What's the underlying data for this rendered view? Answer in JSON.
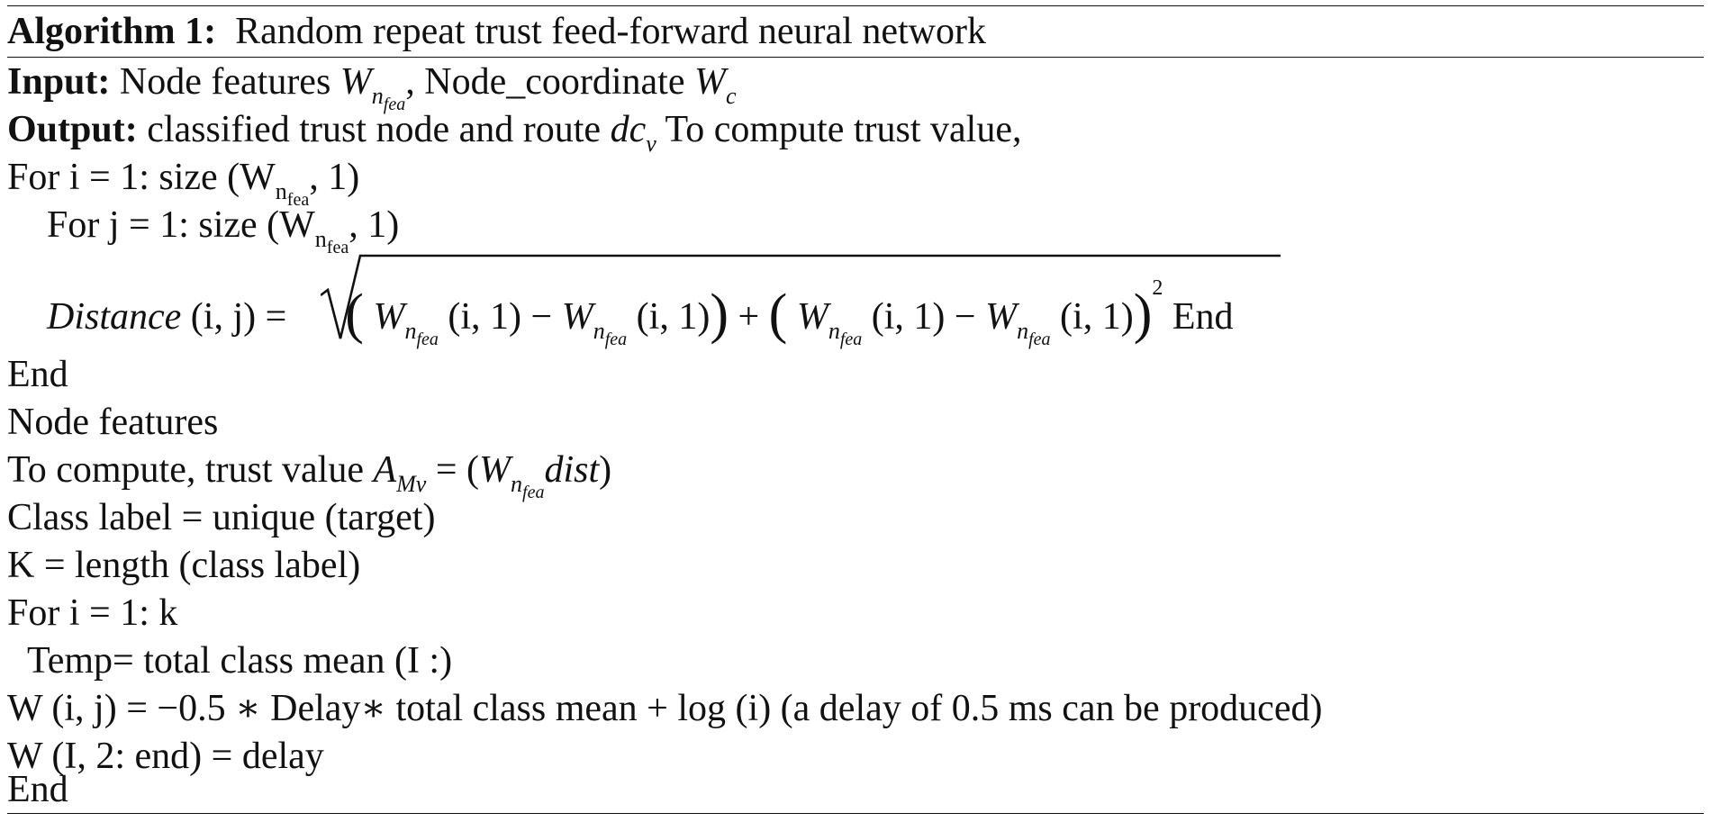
{
  "algorithm": {
    "header_label": "Algorithm 1:",
    "title": "Random repeat trust feed-forward neural network",
    "input_label": "Input:",
    "input_text_1": "Node features",
    "input_var_1": "W",
    "input_var_1_sub": "n",
    "input_var_1_subsub": "fea",
    "input_sep": ", Node_coordinate",
    "input_var_2": "W",
    "input_var_2_sub": "c",
    "output_label": "Output:",
    "output_text_1": "classified trust node and route",
    "output_var": "dc",
    "output_var_sub": "v",
    "output_text_2": "To compute trust value,",
    "for_i_prefix": "For i = 1: size (W",
    "for_i_sub": "n",
    "for_i_subsub": "fea",
    "for_i_suffix": ", 1)",
    "for_j_prefix": "For j = 1: size (W",
    "for_j_sub": "n",
    "for_j_subsub": "fea",
    "for_j_suffix": ", 1)",
    "distance_label": "Distance",
    "distance_args": "(i, j) =",
    "term_w": "W",
    "term_sub": "n",
    "term_subsub": "fea",
    "term_args": "(i, 1)",
    "minus": "−",
    "plus": "+",
    "exponent": "2",
    "inner_end": "End",
    "end_1": "End",
    "node_features": "Node features",
    "compute_prefix": "To compute, trust value",
    "compute_var": "A",
    "compute_var_sub": "Mv",
    "compute_eq": "= (",
    "compute_w": "W",
    "compute_w_sub": "n",
    "compute_w_subsub": "fea",
    "compute_dist": "dist",
    "compute_close": ")",
    "class_label_line": "Class label = unique (target)",
    "k_line": "K = length (class label)",
    "for_k_line": "For i = 1: k",
    "temp_line": "Temp= total class mean (I :)",
    "w_line": "W (i, j) = −0.5 ∗ Delay∗ total class mean + log (i) (a delay of 0.5 ms can be produced)",
    "w_end_line": "W (I, 2: end) = delay",
    "end_2": "End"
  }
}
